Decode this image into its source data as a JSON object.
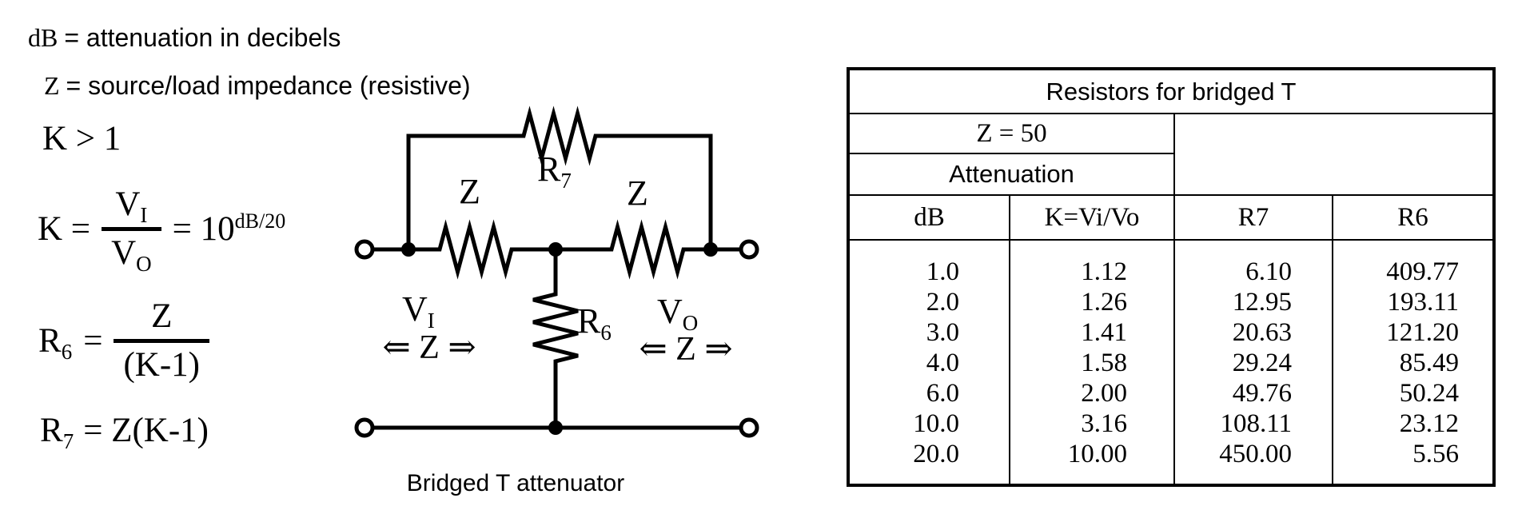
{
  "page": {
    "background": "#ffffff",
    "ink": "#000000"
  },
  "definitions": {
    "db": {
      "symbol": "dB",
      "text": "= attenuation in decibels"
    },
    "z": {
      "symbol": "Z",
      "text": "= source/load impedance (resistive)"
    },
    "k_condition": "K > 1"
  },
  "formulas": {
    "k": {
      "lhs": "K =",
      "num_base": "V",
      "num_sub": "I",
      "den_base": "V",
      "den_sub": "O",
      "eq2": "= 10",
      "sup": "dB/20"
    },
    "r6": {
      "lhs_base": "R",
      "lhs_sub": "6",
      "eq": "=",
      "num": "Z",
      "den": "(K-1)"
    },
    "r7": {
      "lhs_base": "R",
      "lhs_sub": "7",
      "rhs": "= Z(K-1)"
    }
  },
  "circuit": {
    "caption": "Bridged T attenuator",
    "labels": {
      "z_left": "Z",
      "z_right": "Z",
      "r7_base": "R",
      "r7_sub": "7",
      "r6_base": "R",
      "r6_sub": "6",
      "vi_base": "V",
      "vi_sub": "I",
      "vo_base": "V",
      "vo_sub": "O",
      "z_arrows_left": "⇐ Z ⇒",
      "z_arrows_right": "⇐ Z ⇒"
    }
  },
  "table": {
    "title": "Resistors for bridged T",
    "z_label": "Z = 50",
    "attenuation_label": "Attenuation",
    "headers": [
      "dB",
      "K=Vi/Vo",
      "R7",
      "R6"
    ],
    "rows": [
      [
        "1.0",
        "1.12",
        "6.10",
        "409.77"
      ],
      [
        "2.0",
        "1.26",
        "12.95",
        "193.11"
      ],
      [
        "3.0",
        "1.41",
        "20.63",
        "121.20"
      ],
      [
        "4.0",
        "1.58",
        "29.24",
        "85.49"
      ],
      [
        "6.0",
        "2.00",
        "49.76",
        "50.24"
      ],
      [
        "10.0",
        "3.16",
        "108.11",
        "23.12"
      ],
      [
        "20.0",
        "10.00",
        "450.00",
        "5.56"
      ]
    ]
  }
}
